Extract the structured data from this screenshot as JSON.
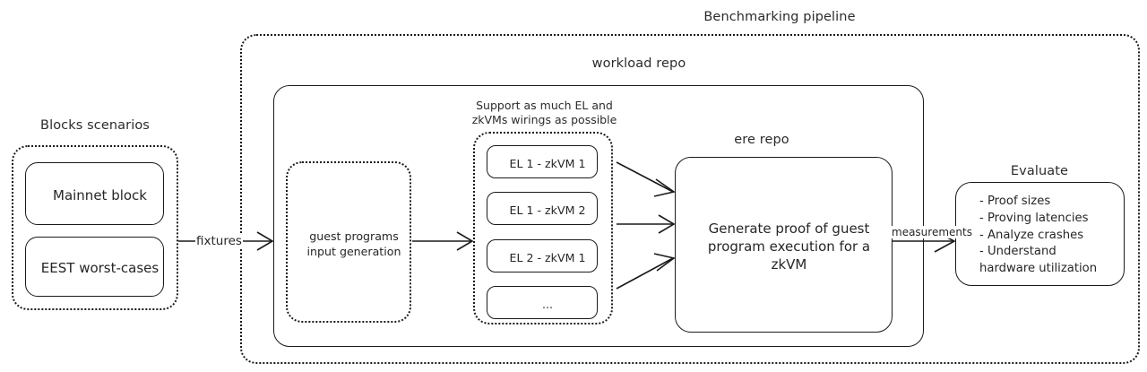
{
  "diagram": {
    "title": "Benchmarking pipeline",
    "groups": {
      "blocks_scenarios": {
        "title": "Blocks scenarios",
        "items": [
          {
            "label": "Mainnet block"
          },
          {
            "label": "EEST worst-cases"
          }
        ]
      },
      "workload_repo": {
        "title": "workload repo",
        "guest_programs": {
          "label": "guest programs\ninput generation"
        },
        "wirings": {
          "caption": "Support as much EL and\nzkVMs wirings as possible",
          "items": [
            {
              "label": "EL 1 - zkVM 1"
            },
            {
              "label": "EL 1 - zkVM 2"
            },
            {
              "label": "EL 2 - zkVM 1"
            },
            {
              "label": "..."
            }
          ]
        },
        "ere_repo": {
          "title": "ere repo",
          "label": "Generate proof of guest\nprogram execution for a\nzkVM"
        }
      },
      "evaluate": {
        "title": "Evaluate",
        "label": "- Proof sizes\n- Proving latencies\n- Analyze crashes\n- Understand\nhardware utilization"
      }
    },
    "edges": [
      {
        "label": "fixtures"
      },
      {
        "label": "measurements"
      }
    ],
    "colors": {
      "stroke": "#1a1a1a",
      "text": "#262626",
      "background": "#ffffff"
    }
  }
}
